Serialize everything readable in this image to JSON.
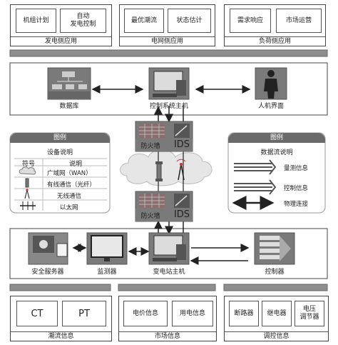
{
  "top_apps": [
    {
      "caption": "发电侧应用",
      "items": [
        "机组计划",
        "自动\n发电控制"
      ]
    },
    {
      "caption": "电网侧应用",
      "items": [
        "最优潮流",
        "状态估计"
      ]
    },
    {
      "caption": "负荷侧应用",
      "items": [
        "需求响应",
        "市场运营"
      ]
    }
  ],
  "control_center": {
    "database": "数据库",
    "host": "控制系统主机",
    "hmi": "人机界面"
  },
  "security_top": {
    "firewall": "防火墙",
    "ids": "IDS"
  },
  "security_bottom": {
    "firewall": "防火墙",
    "ids": "IDS"
  },
  "legend_left": {
    "title": "图例",
    "subtitle": "设备说明",
    "col_symbol": "符号",
    "col_desc": "说明",
    "rows": [
      "广域网（WAN）",
      "有线通信（光纤）",
      "无线通信",
      "以太网"
    ]
  },
  "legend_right": {
    "title": "图例",
    "subtitle": "数据流说明",
    "rows": [
      "量测信息",
      "控制信息",
      "物理连接"
    ]
  },
  "substation": {
    "security_server": "安全服务器",
    "monitor": "监测器",
    "host": "变电站主机",
    "controller": "控制器"
  },
  "bottom_groups": [
    {
      "caption": "潮流信息",
      "items": [
        "CT",
        "PT"
      ]
    },
    {
      "caption": "市场信息",
      "items": [
        "电价信息",
        "用电信息"
      ]
    },
    {
      "caption": "调控信息",
      "items": [
        "断路器",
        "继电器",
        "电压\n调节器"
      ]
    }
  ]
}
